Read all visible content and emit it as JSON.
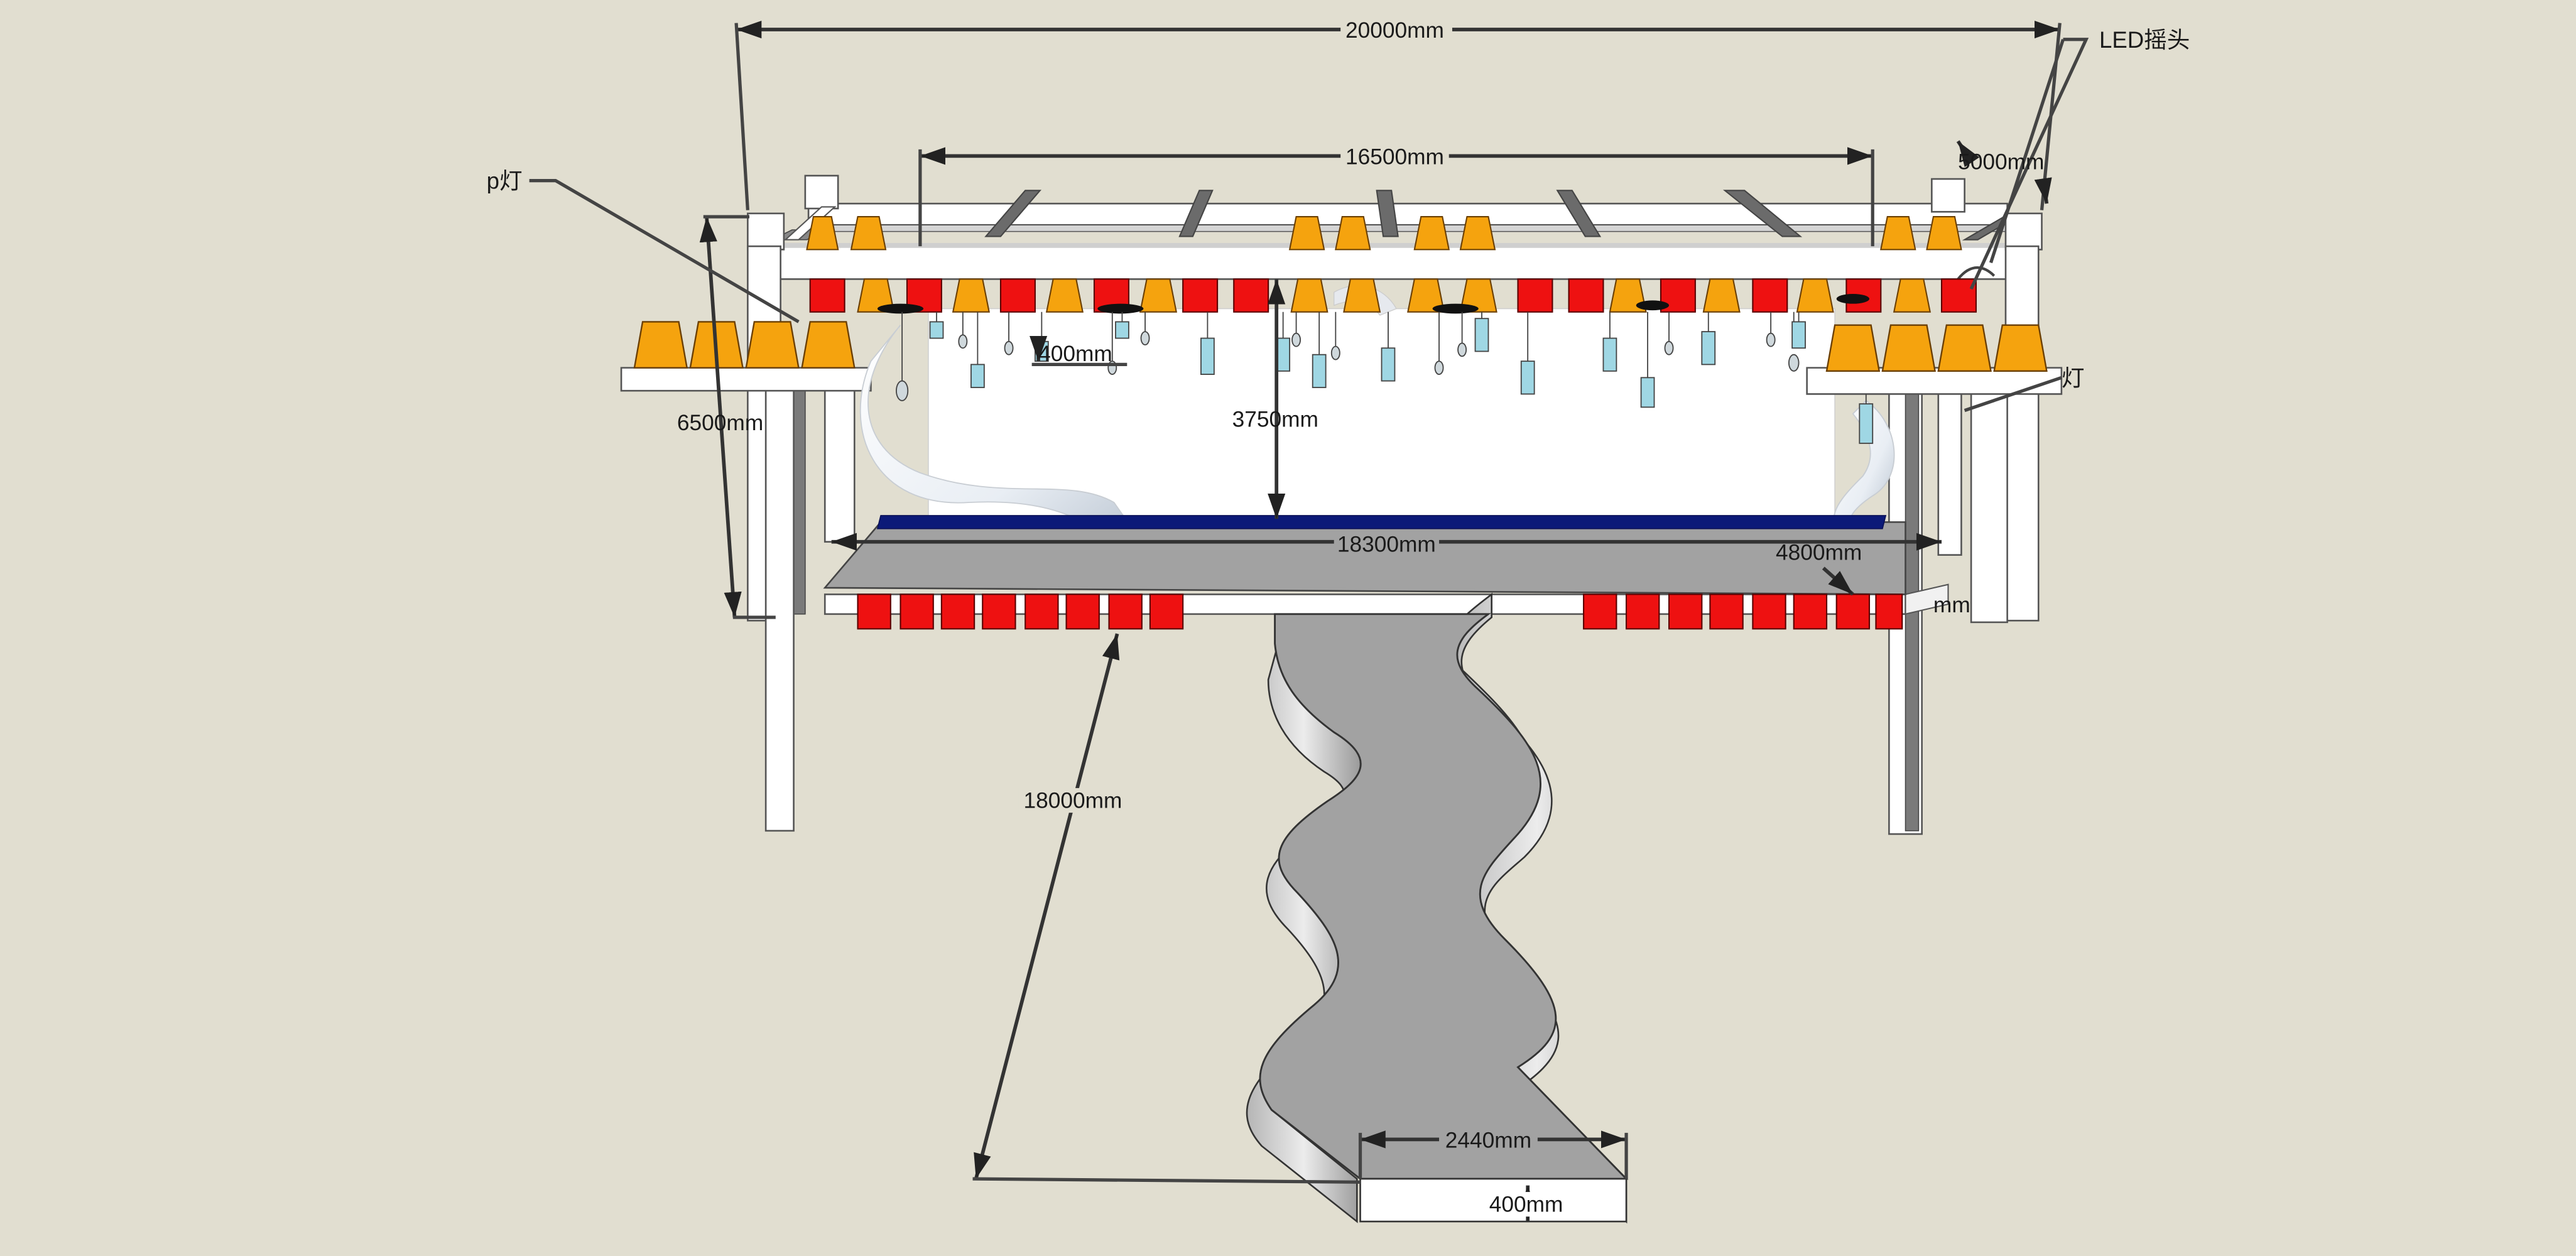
{
  "dimensions": {
    "overall_width": "20000mm",
    "inner_width": "16500mm",
    "depth_top": "5000mm",
    "height": "6500mm",
    "hang_spacing": "400mm",
    "clear_height": "3750mm",
    "stage_width": "18300mm",
    "stage_depth": "4800mm",
    "runway_length": "18000mm",
    "runway_width": "2440mm",
    "runway_height": "400mm",
    "partial_mm": "mm"
  },
  "callouts": {
    "led_moving_head": "LED摇头",
    "p_light": "p灯",
    "light_partial": "灯"
  },
  "colors": {
    "background": "#e1ded0",
    "truss": "#ffffff",
    "par_can": "#f5a30e",
    "red_box": "#ee1111",
    "stage_surface": "#a2a2a2",
    "stage_edge": "#0c1a78"
  }
}
